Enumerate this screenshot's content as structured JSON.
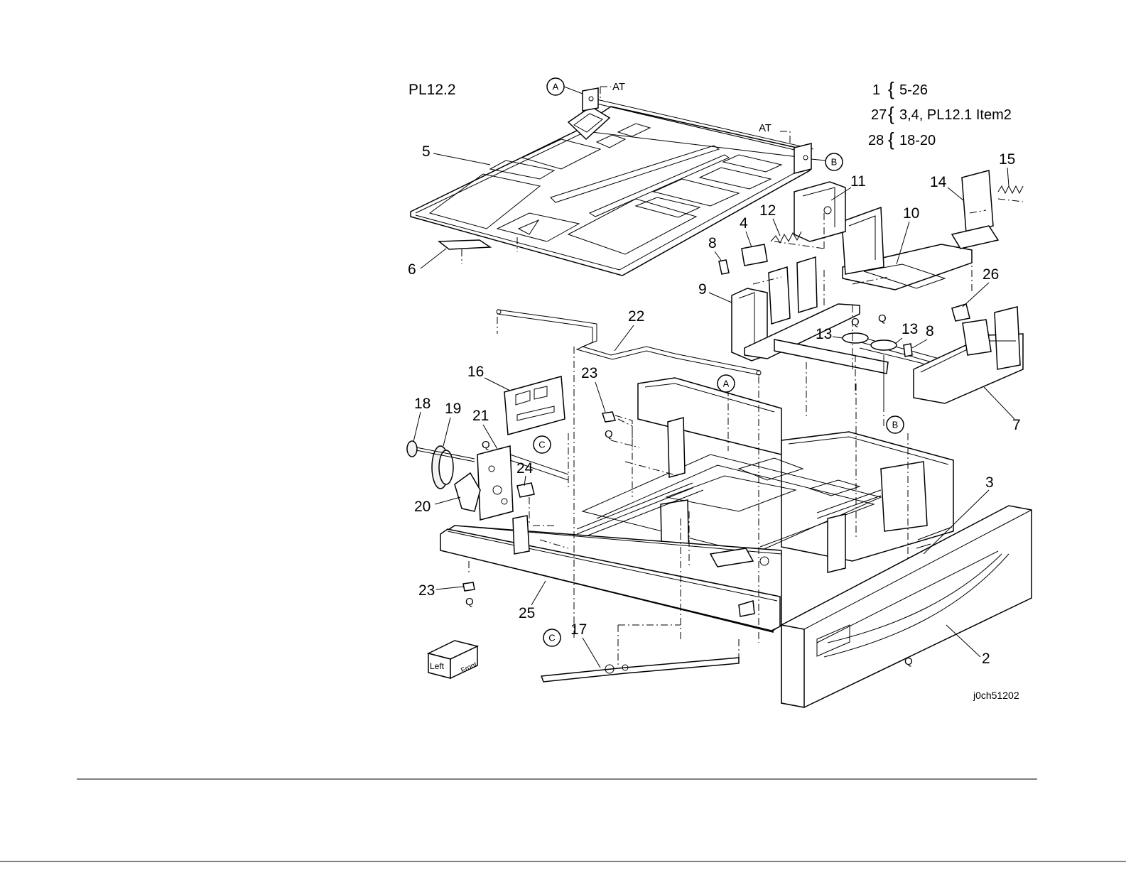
{
  "title": "PL12.2",
  "figure_id": "j0ch51202",
  "legend": [
    {
      "item": "1",
      "contains": "5-26"
    },
    {
      "item": "27",
      "contains": "3,4, PL12.1 Item2"
    },
    {
      "item": "28",
      "contains": "18-20"
    }
  ],
  "ref_circles": {
    "a": "A",
    "b": "B",
    "c": "C"
  },
  "at_label": "AT",
  "q_label": "Q",
  "orientation_cube": {
    "left": "Left",
    "front": "Front"
  },
  "part_labels": {
    "p2": "2",
    "p3": "3",
    "p4": "4",
    "p5": "5",
    "p6": "6",
    "p7": "7",
    "p8": "8",
    "p9": "9",
    "p10": "10",
    "p11": "11",
    "p12": "12",
    "p13": "13",
    "p14": "14",
    "p15": "15",
    "p16": "16",
    "p17": "17",
    "p18": "18",
    "p19": "19",
    "p20": "20",
    "p21": "21",
    "p22": "22",
    "p23": "23",
    "p24": "24",
    "p25": "25",
    "p26": "26"
  }
}
